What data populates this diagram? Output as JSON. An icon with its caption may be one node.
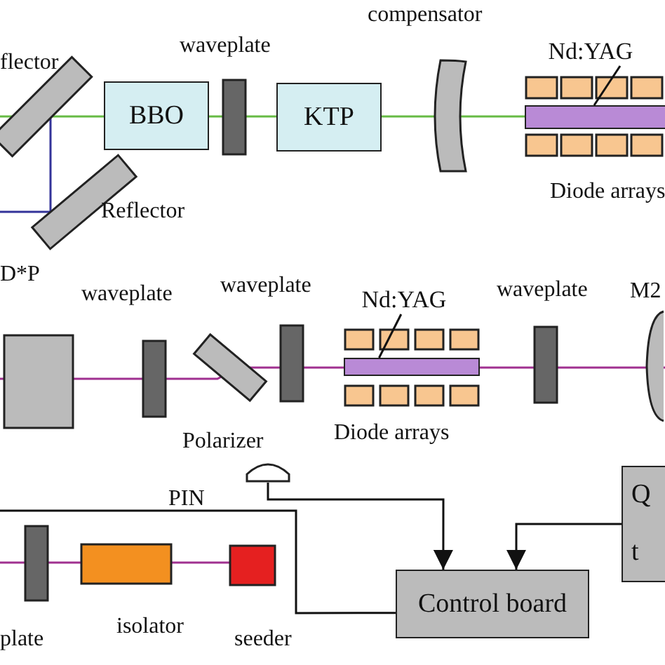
{
  "diagram": {
    "nodes": [
      {
        "text": [
          "BBO"
        ]
      },
      {
        "text": [
          "KTP"
        ]
      },
      {
        "text": [
          "Nd:YAG"
        ]
      },
      {
        "text": [],
        "shape": "bar"
      },
      {
        "text": [
          "Nd:YAG"
        ]
      },
      {
        "text": [],
        "shape": "bar"
      },
      {
        "text": [],
        "shape": "dome"
      },
      {
        "text": [
          "Control board"
        ]
      },
      {
        "text": [
          "Q",
          "t"
        ]
      }
    ],
    "edges": [
      {
        "from": 2,
        "to": 3,
        "arrow": "none"
      },
      {
        "from": 4,
        "to": 5,
        "arrow": "none"
      },
      {
        "from": null,
        "to": 7,
        "arrow": "none"
      },
      {
        "from": 6,
        "to": 7,
        "arrow": "to"
      },
      {
        "from": 8,
        "to": 7,
        "arrow": "to"
      }
    ],
    "labels": [
      "compensator",
      "waveplate",
      "flector",
      "Reflector",
      "Diode arrays",
      "D*P",
      "waveplate",
      "waveplate",
      "waveplate",
      "M2",
      "Polarizer",
      "Diode arrays",
      "PIN",
      "plate",
      "isolator",
      "seeder"
    ]
  }
}
